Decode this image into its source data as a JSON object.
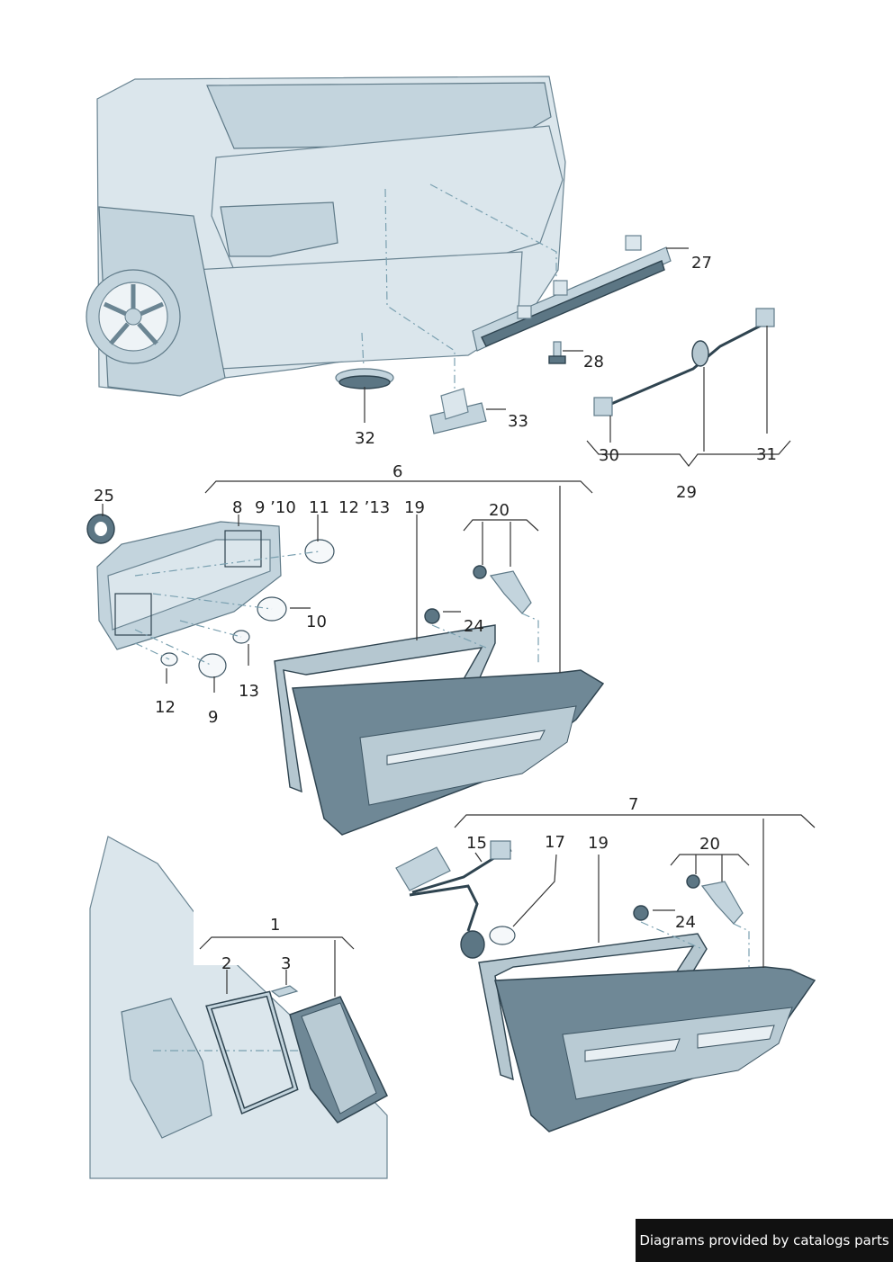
{
  "callouts": {
    "n1": "1",
    "n2": "2",
    "n3": "3",
    "n6": "6",
    "n7": "7",
    "n8": "8",
    "n9a": "9 ’10",
    "n9b": "9",
    "n10": "10",
    "n11": "11",
    "n12a": "12 ’13",
    "n12b": "12",
    "n13": "13",
    "n15": "15",
    "n17": "17",
    "n19a": "19",
    "n19b": "19",
    "n20a": "20",
    "n20b": "20",
    "n24a": "24",
    "n24b": "24",
    "n25": "25",
    "n27": "27",
    "n28": "28",
    "n29": "29",
    "n30": "30",
    "n31": "31",
    "n32": "32",
    "n33": "33"
  },
  "footer": {
    "text": "Diagrams provided by catalogs parts"
  },
  "colors": {
    "part_fill": "#dbe6ec",
    "lamp_dark": "#5c7684",
    "outline": "#2f4450"
  }
}
